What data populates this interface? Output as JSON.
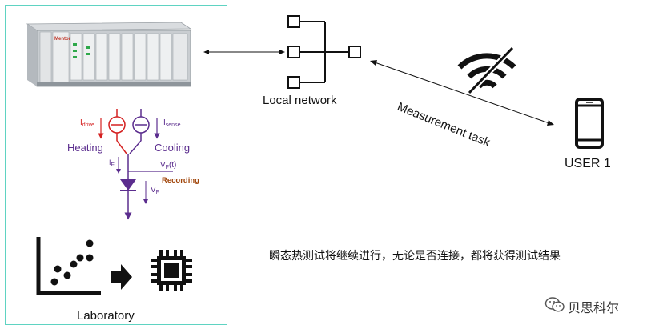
{
  "labels": {
    "laboratory": "Laboratory",
    "local_network": "Local network",
    "user": "USER 1",
    "measurement_task": "Measurement task",
    "note": "瞬态热测试将继续进行，无论是否连接，都将获得测试结果",
    "brand": "贝思科尔"
  },
  "device": {
    "brand_text": "Mentor"
  },
  "circuit": {
    "i_drive": "I",
    "i_drive_sub": "drive",
    "i_sense": "I",
    "i_sense_sub": "sense",
    "heating": "Heating",
    "cooling": "Cooling",
    "i_f": "I",
    "i_f_sub": "F",
    "vf_t": "V",
    "vf_t_sub": "F",
    "vf_t_suffix": "(t)",
    "recording": "Recording",
    "v_f": "V",
    "v_f_sub": "F"
  },
  "colors": {
    "frame": "#5fd3c2",
    "heating": "#d42020",
    "circuit": "#5b2d8e",
    "recording": "#a0450a",
    "icon": "#111111"
  },
  "icons": [
    "chassis-image",
    "network-tree-icon",
    "wifi-off-icon",
    "smartphone-icon",
    "scatter-plot-icon",
    "arrow-right-icon",
    "chip-icon",
    "wechat-icon"
  ]
}
